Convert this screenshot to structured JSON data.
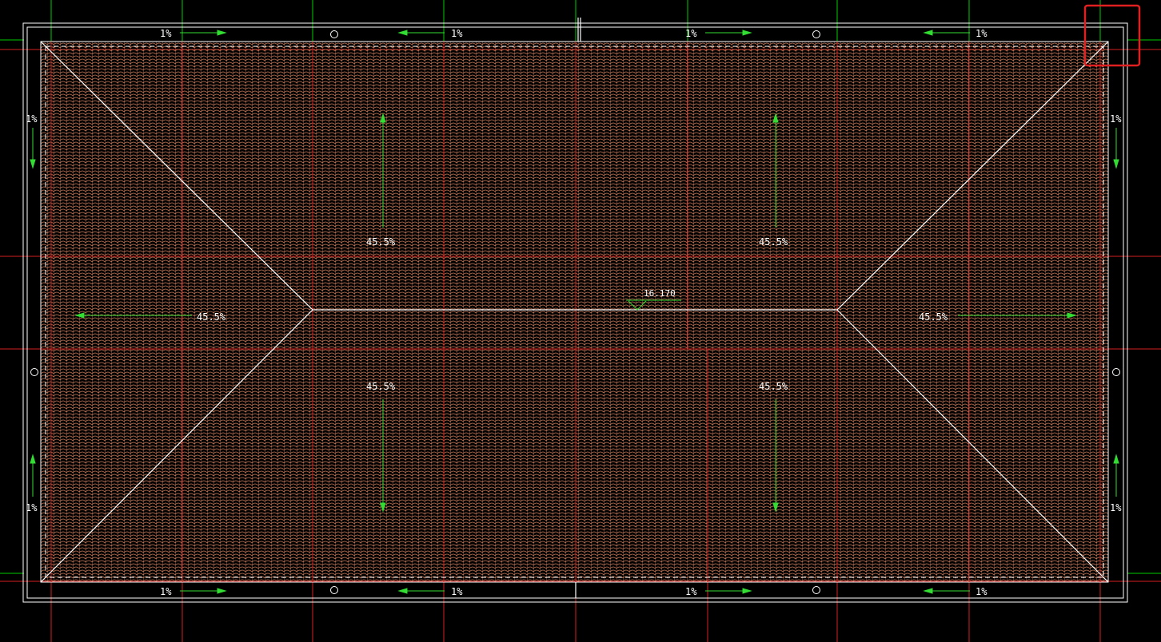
{
  "drawing": {
    "slope_edge_label": "1%",
    "slope_roof_label": "45.5%",
    "elevation_label": "16.170"
  },
  "colors": {
    "background": "#000000",
    "axis_line": "#00cc00",
    "red_line": "#d42020",
    "tile_pattern": "#c87a58",
    "outline": "#ffffff",
    "arrow": "#33dd33",
    "highlight_box": "#e02020"
  },
  "icons": {
    "drain": "circle-icon",
    "slope_arrow": "arrow-icon",
    "elevation_marker": "triangle-icon"
  },
  "highlight": {
    "label": ""
  }
}
